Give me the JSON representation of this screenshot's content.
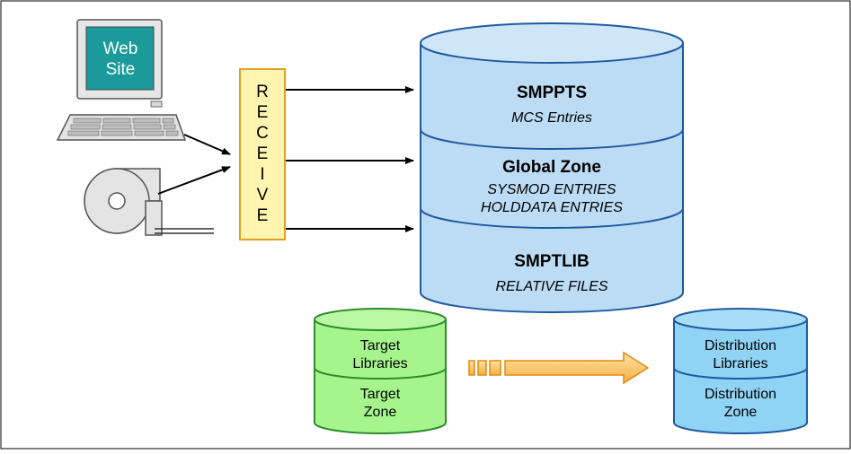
{
  "computer": {
    "screen_text_line1": "Web",
    "screen_text_line2": "Site"
  },
  "receive": {
    "letters": [
      "R",
      "E",
      "C",
      "E",
      "I",
      "V",
      "E"
    ]
  },
  "main_db": {
    "smppts": {
      "title": "SMPPTS",
      "subtitle": "MCS Entries"
    },
    "global_zone": {
      "title": "Global Zone",
      "line1": "SYSMOD ENTRIES",
      "line2": "HOLDDATA ENTRIES"
    },
    "smptlib": {
      "title": "SMPTLIB",
      "subtitle": "RELATIVE FILES"
    }
  },
  "target_db": {
    "upper_line1": "Target",
    "upper_line2": "Libraries",
    "lower_line1": "Target",
    "lower_line2": "Zone"
  },
  "distribution_db": {
    "upper_line1": "Distribution",
    "upper_line2": "Libraries",
    "lower_line1": "Distribution",
    "lower_line2": "Zone"
  },
  "colors": {
    "main_db_fill": "#bcdcf5",
    "target_db_fill": "#a6f58c",
    "distribution_db_fill": "#8fd3f5",
    "receive_fill": "#fff5b0",
    "receive_border": "#e0a020",
    "screen_fill": "#1a9a9a",
    "big_arrow_fill": "#f9c060"
  }
}
